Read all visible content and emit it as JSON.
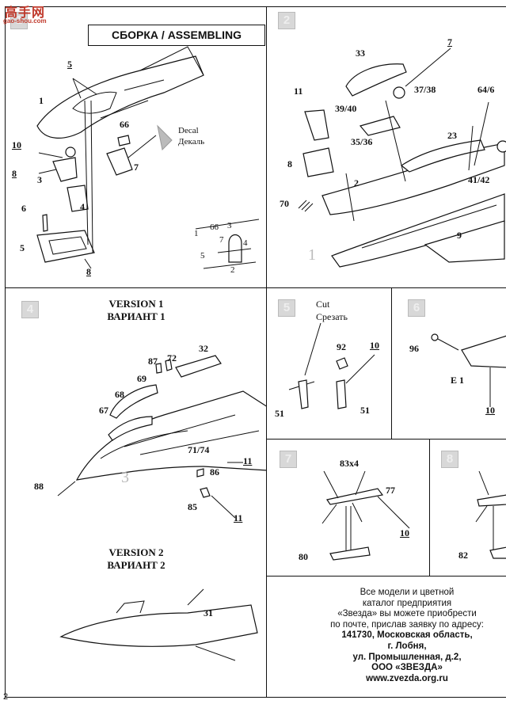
{
  "watermark": {
    "line1": "高手网",
    "line2": "gao-shou.com"
  },
  "page_number": "2",
  "step1": {
    "number": "1",
    "title": "СБОРКА / ASSEMBLING",
    "decal_en": "Decal",
    "decal_ru": "Декаль",
    "labels": {
      "p5": "5",
      "p1": "1",
      "p66": "66",
      "p10": "10",
      "p8": "8",
      "p3": "3",
      "p7": "7",
      "p6": "6",
      "p4": "4",
      "p5b": "5",
      "p8b": "8"
    },
    "inset": {
      "p1": "1",
      "p66": "66",
      "p3": "3",
      "p7": "7",
      "p4": "4",
      "p5": "5",
      "p2": "2"
    }
  },
  "step2": {
    "number": "2",
    "labels": {
      "p33": "33",
      "p7": "7",
      "p37_38": "37/38",
      "p64_6": "64/6",
      "p11": "11",
      "p39_40": "39/40",
      "p35_36": "35/36",
      "p23": "23",
      "p8": "8",
      "p2": "2",
      "p41_42": "41/42",
      "p70": "70",
      "p9": "9",
      "ghost1": "1"
    }
  },
  "step4": {
    "number": "4",
    "version1_en": "VERSION 1",
    "version1_ru": "ВАРИАНТ 1",
    "version2_en": "VERSION 2",
    "version2_ru": "ВАРИАНТ 2",
    "labels": {
      "p87": "87",
      "p72": "72",
      "p32": "32",
      "p69": "69",
      "p68": "68",
      "p67": "67",
      "p71_74": "71/74",
      "p11a": "11",
      "p86": "86",
      "p88": "88",
      "p85": "85",
      "p11b": "11",
      "ghost3": "3",
      "p31": "31"
    }
  },
  "step5": {
    "number": "5",
    "cut_en": "Cut",
    "cut_ru": "Срезать",
    "labels": {
      "p92": "92",
      "p10": "10",
      "p51a": "51",
      "p51b": "51"
    }
  },
  "step6": {
    "number": "6",
    "labels": {
      "p96": "96",
      "e1": "E 1",
      "p10": "10"
    }
  },
  "step7": {
    "number": "7",
    "labels": {
      "p83x4": "83x4",
      "p77": "77",
      "p10": "10",
      "p80": "80"
    }
  },
  "step8": {
    "number": "8",
    "labels": {
      "p82": "82"
    }
  },
  "footer": {
    "line1": "Все модели и цветной",
    "line2": "каталог предприятия",
    "line3": "«Звезда» вы можете приобрести",
    "line4": "по почте, прислав заявку по адресу:",
    "line5": "141730, Московская область,",
    "line6": "г. Лобня,",
    "line7": "ул. Промышленная, д.2,",
    "line8": "ООО «ЗВЕЗДА»",
    "line9": "www.zvezda.org.ru"
  }
}
